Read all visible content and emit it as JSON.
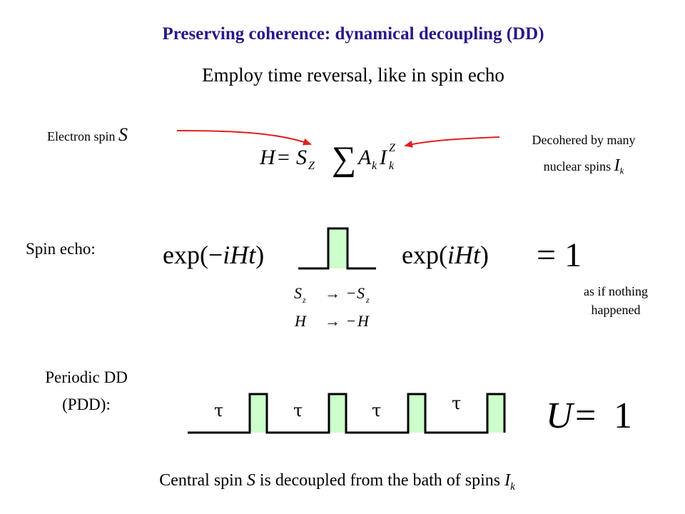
{
  "title": "Preserving coherence: dynamical decoupling (DD)",
  "subtitle": "Employ time reversal, like in spin echo",
  "hamiltonian": {
    "electron_label": "Electron spin",
    "electron_symbol": "S",
    "bath_label_line1": "Decohered by many",
    "bath_label_line2": "nuclear spins",
    "bath_symbol": "I",
    "bath_subscript": "k",
    "equation": "H = S_Z ∑ A_k I_k^Z"
  },
  "spin_echo": {
    "label": "Spin echo:",
    "left_operator": "exp(−iHt)",
    "right_operator": "exp(iHt)",
    "result": "= 1",
    "transform_1": "S_z → −S_z",
    "transform_2": "H → −H",
    "note_line1": "as if nothing",
    "note_line2": "happened"
  },
  "pdd": {
    "label_line1": "Periodic DD",
    "label_line2": "(PDD):",
    "intervals": [
      "τ",
      "τ",
      "τ",
      "τ"
    ],
    "result": "U = 1",
    "pulse_count": 4
  },
  "footer": {
    "text_1": "Central spin ",
    "s_symbol": "S",
    "text_2": " is decoupled from the bath of spins ",
    "i_symbol": "I",
    "subscript": "k"
  },
  "colors": {
    "title": "#2b1887",
    "pulse_fill": "#ccffcc",
    "arrow": "#e02020"
  }
}
